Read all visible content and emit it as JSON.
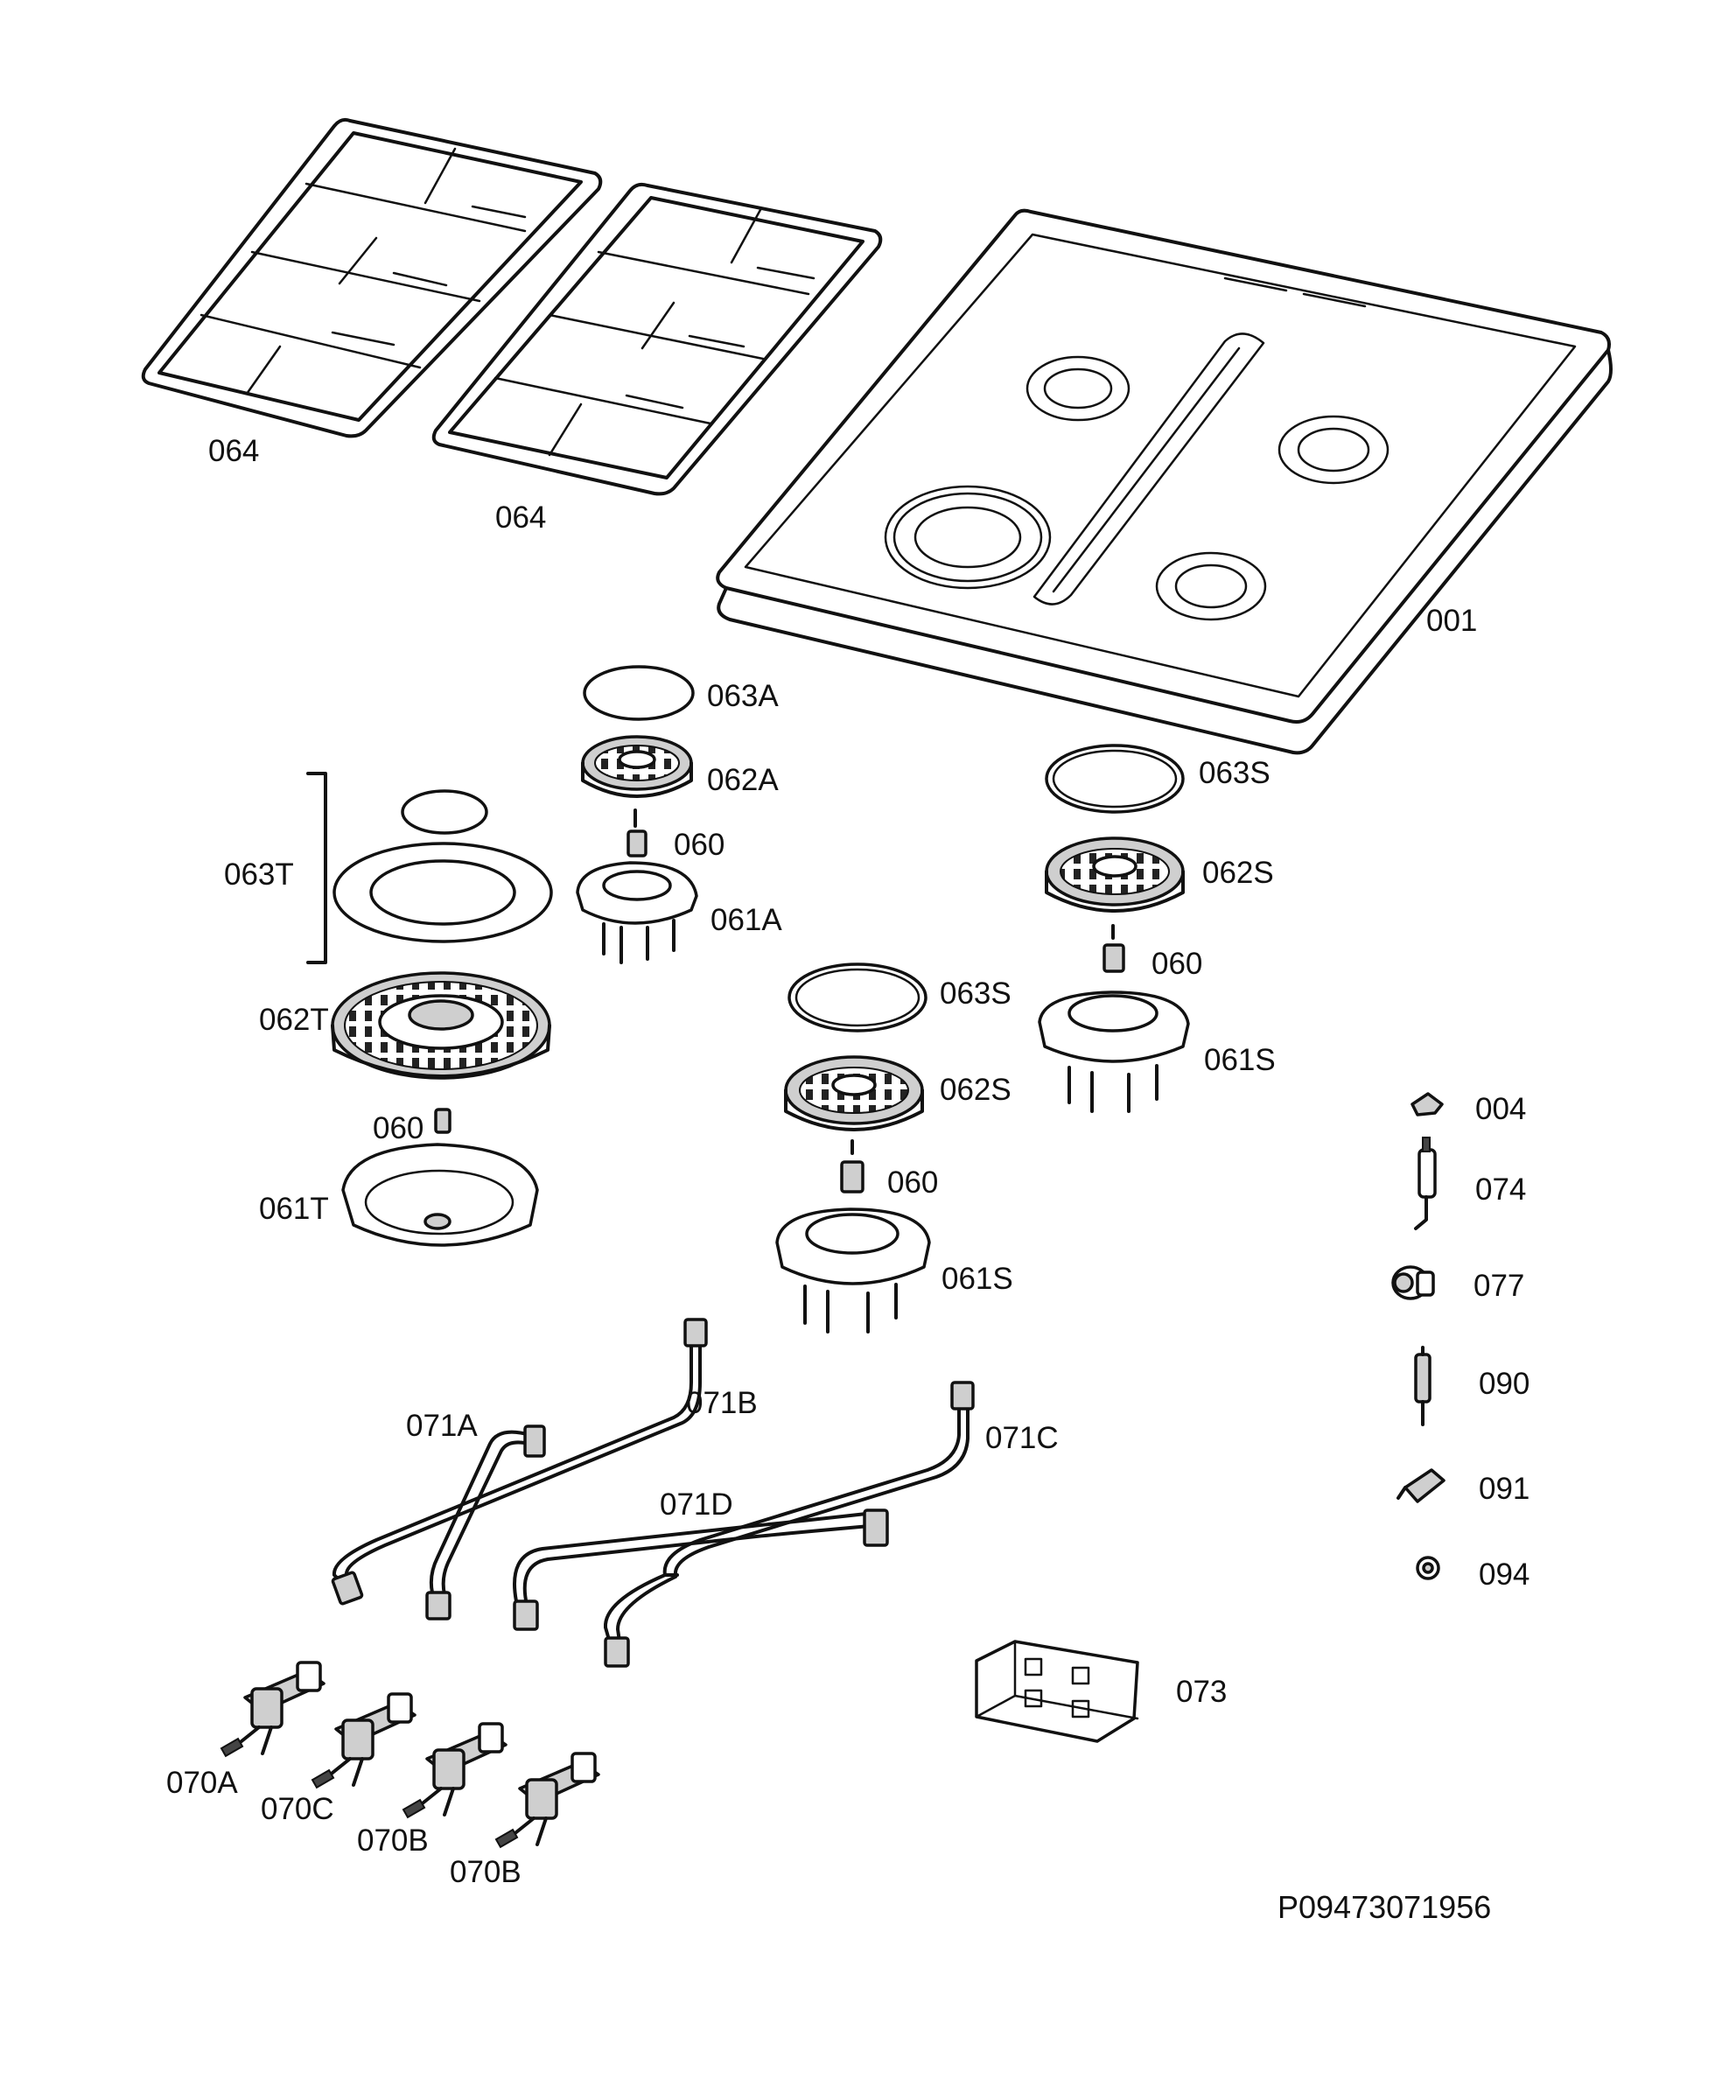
{
  "drawing_code": "P09473071956",
  "part_labels": {
    "grid_left": "064",
    "grid_right": "064",
    "hob_top": "001",
    "cap_063A": "063A",
    "crown_062A": "062A",
    "injector_060_a": "060",
    "base_061A": "061A",
    "cap_063S_right": "063S",
    "crown_062S_right": "062S",
    "injector_060_right": "060",
    "base_061S_right": "061S",
    "cap_063T_group": "063T",
    "crown_062T": "062T",
    "injector_060_t": "060",
    "base_061T": "061T",
    "cap_063S_mid": "063S",
    "crown_062S_mid": "062S",
    "injector_060_mid": "060",
    "base_061S_mid": "061S",
    "pipe_071A": "071A",
    "pipe_071B": "071B",
    "pipe_071C": "071C",
    "pipe_071D": "071D",
    "valve_070A": "070A",
    "valve_070C": "070C",
    "valve_070B_1": "070B",
    "valve_070B_2": "070B",
    "clip_004": "004",
    "electrode_074": "074",
    "fitting_077": "077",
    "thermocouple_090": "090",
    "switch_091": "091",
    "washer_094": "094",
    "ignition_073": "073"
  }
}
